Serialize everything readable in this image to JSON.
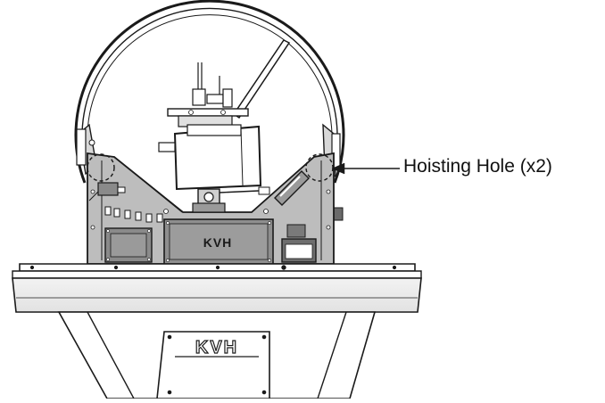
{
  "callout": {
    "label": "Hoisting Hole (x2)"
  },
  "branding": {
    "logo_center": "KVH",
    "logo_base": "KVH"
  },
  "colors": {
    "line": "#1a1a1a",
    "panel_gray": "#bdbdbd",
    "dark_gray": "#7a7a7a",
    "light_gray": "#e6e6e6",
    "background": "#ffffff"
  }
}
